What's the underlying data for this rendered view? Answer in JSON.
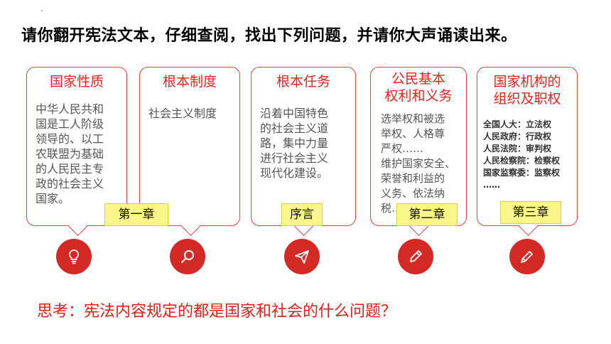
{
  "heading": "请你翻开宪法文本，仔细查阅，找出下列问题，并请你大声诵读出来。",
  "cards": [
    {
      "title": [
        "国家性质"
      ],
      "body": [
        "中华人民共和",
        "国是工人阶级",
        "领导的、以工",
        "农联盟为基础",
        "的人民民主专",
        "政的社会主义",
        "国家。"
      ],
      "tag": "第一章",
      "icon": "lightbulb-icon"
    },
    {
      "title": [
        "根本制度"
      ],
      "body": [
        "社会主义制度"
      ],
      "tag": "",
      "icon": "magnifier-icon"
    },
    {
      "title": [
        "根本任务"
      ],
      "body": [
        "沿着中国特色",
        "的社会主义道",
        "路，集中力量",
        "进行社会主义",
        "现代化建设。"
      ],
      "tag": "序言",
      "icon": "paper-plane-icon"
    },
    {
      "title": [
        "公民基本",
        "权利和义务"
      ],
      "body": [
        "选举权和被选",
        "举权、人格尊",
        "严权……",
        "维护国家安全、",
        "荣誉和利益的",
        "义务、依法纳",
        "税…"
      ],
      "tag": "第二章",
      "icon": "pencil-icon"
    },
    {
      "title": [
        "国家机构的",
        "组织及职权"
      ],
      "body": [
        "全国人大：立法权",
        "人民政府：行政权",
        "人民法院：审判权",
        "人民检察院：检察权",
        "国家监察委：监察权",
        "……"
      ],
      "tag": "第三章",
      "icon": "pen-icon"
    }
  ],
  "question": "思考：宪法内容规定的都是国家和社会的什么问题？",
  "colors": {
    "accent": "#e0261f",
    "circle": "#d42a26",
    "tag_bg": "#fbf58a"
  }
}
